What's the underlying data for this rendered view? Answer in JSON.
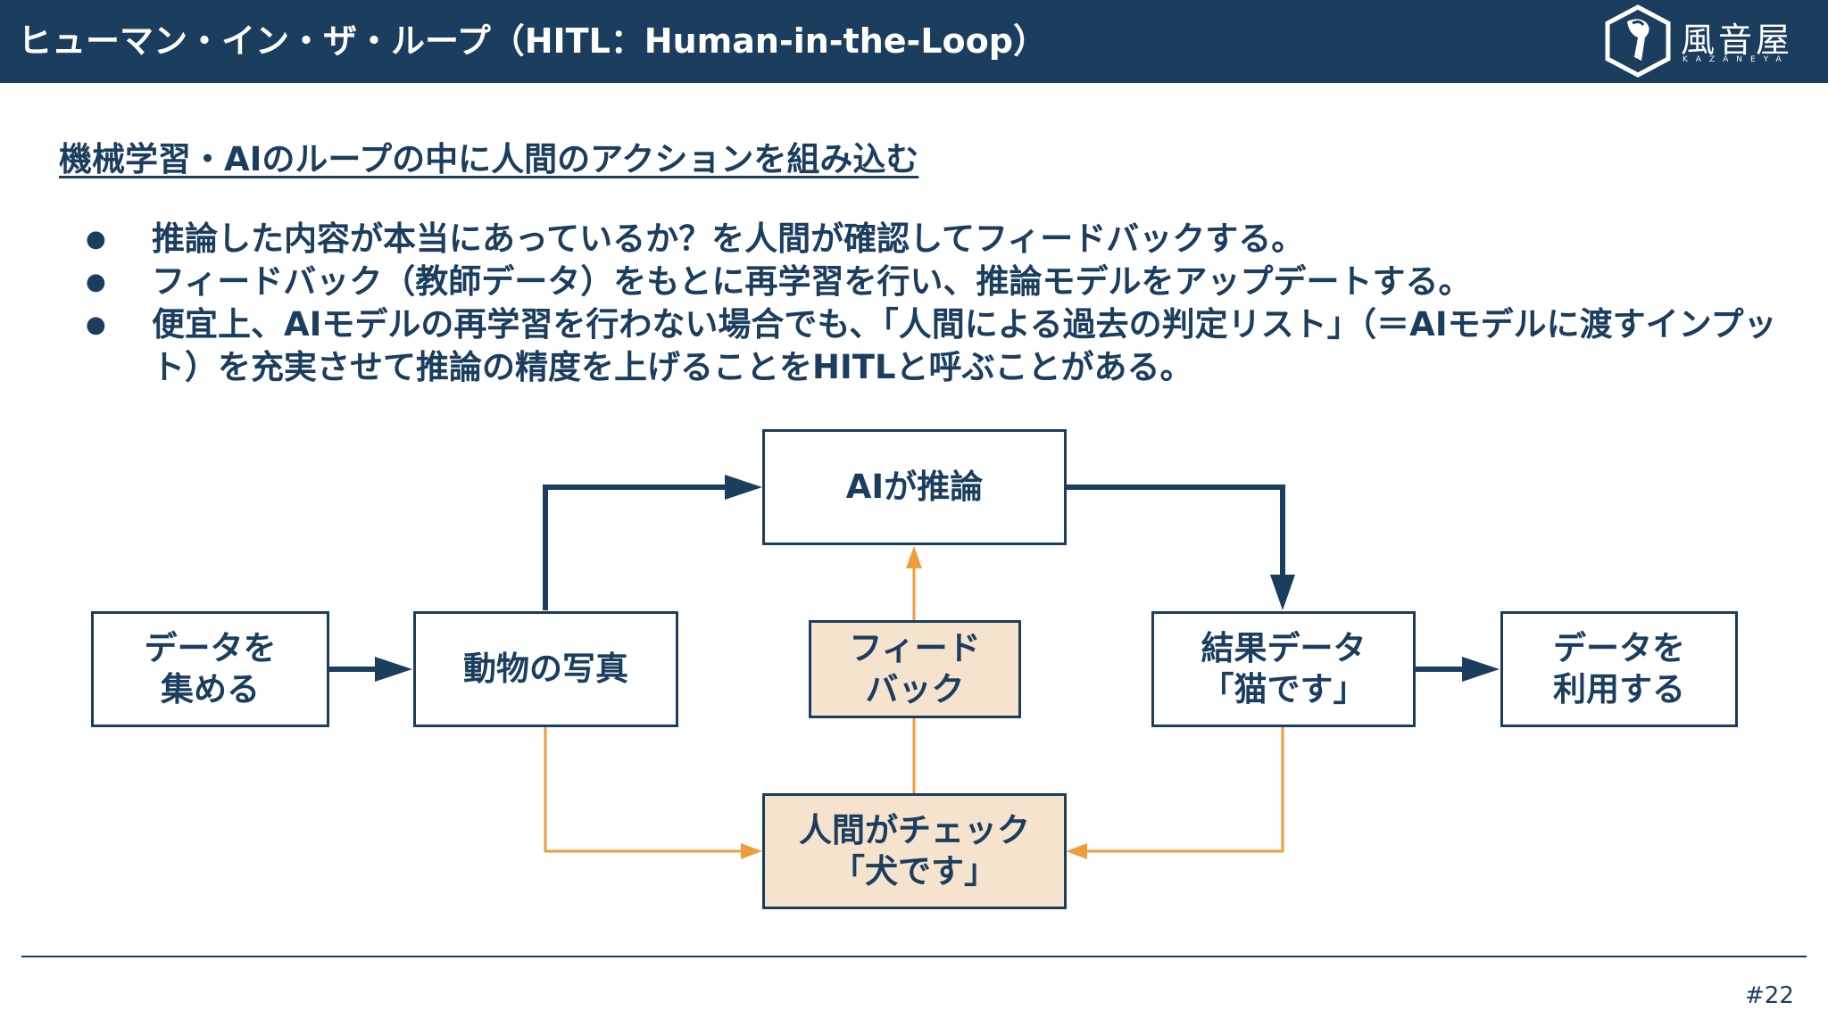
{
  "header": {
    "title": "ヒューマン・イン・ザ・ループ（HITL：Human-in-the-Loop）",
    "logo_text": "風音屋",
    "logo_sub": "KAZANEYA"
  },
  "subtitle": "機械学習・AIのループの中に人間のアクションを組み込む",
  "bullets": [
    "推論した内容が本当にあっているか？を人間が確認してフィードバックする。",
    "フィードバック（教師データ）をもとに再学習を行い、推論モデルをアップデートする。",
    "便宜上、AIモデルの再学習を行わない場合でも、「人間による過去の判定リスト」（＝AIモデルに渡すインプット）を充実させて推論の精度を上げることをHITLと呼ぶことがある。"
  ],
  "diagram": {
    "collect": "データを\n集める",
    "photo": "動物の写真",
    "infer": "AIが推論",
    "feedback": "フィード\nバック",
    "human_check": "人間がチェック\n「犬です」",
    "result": "結果データ\n「猫です」",
    "use": "データを\n利用する"
  },
  "colors": {
    "navy": "#1b3d5e",
    "orange": "#ef9d3c",
    "orange_fill": "#f6e3cd"
  },
  "footer": {
    "page_number": "#22"
  }
}
